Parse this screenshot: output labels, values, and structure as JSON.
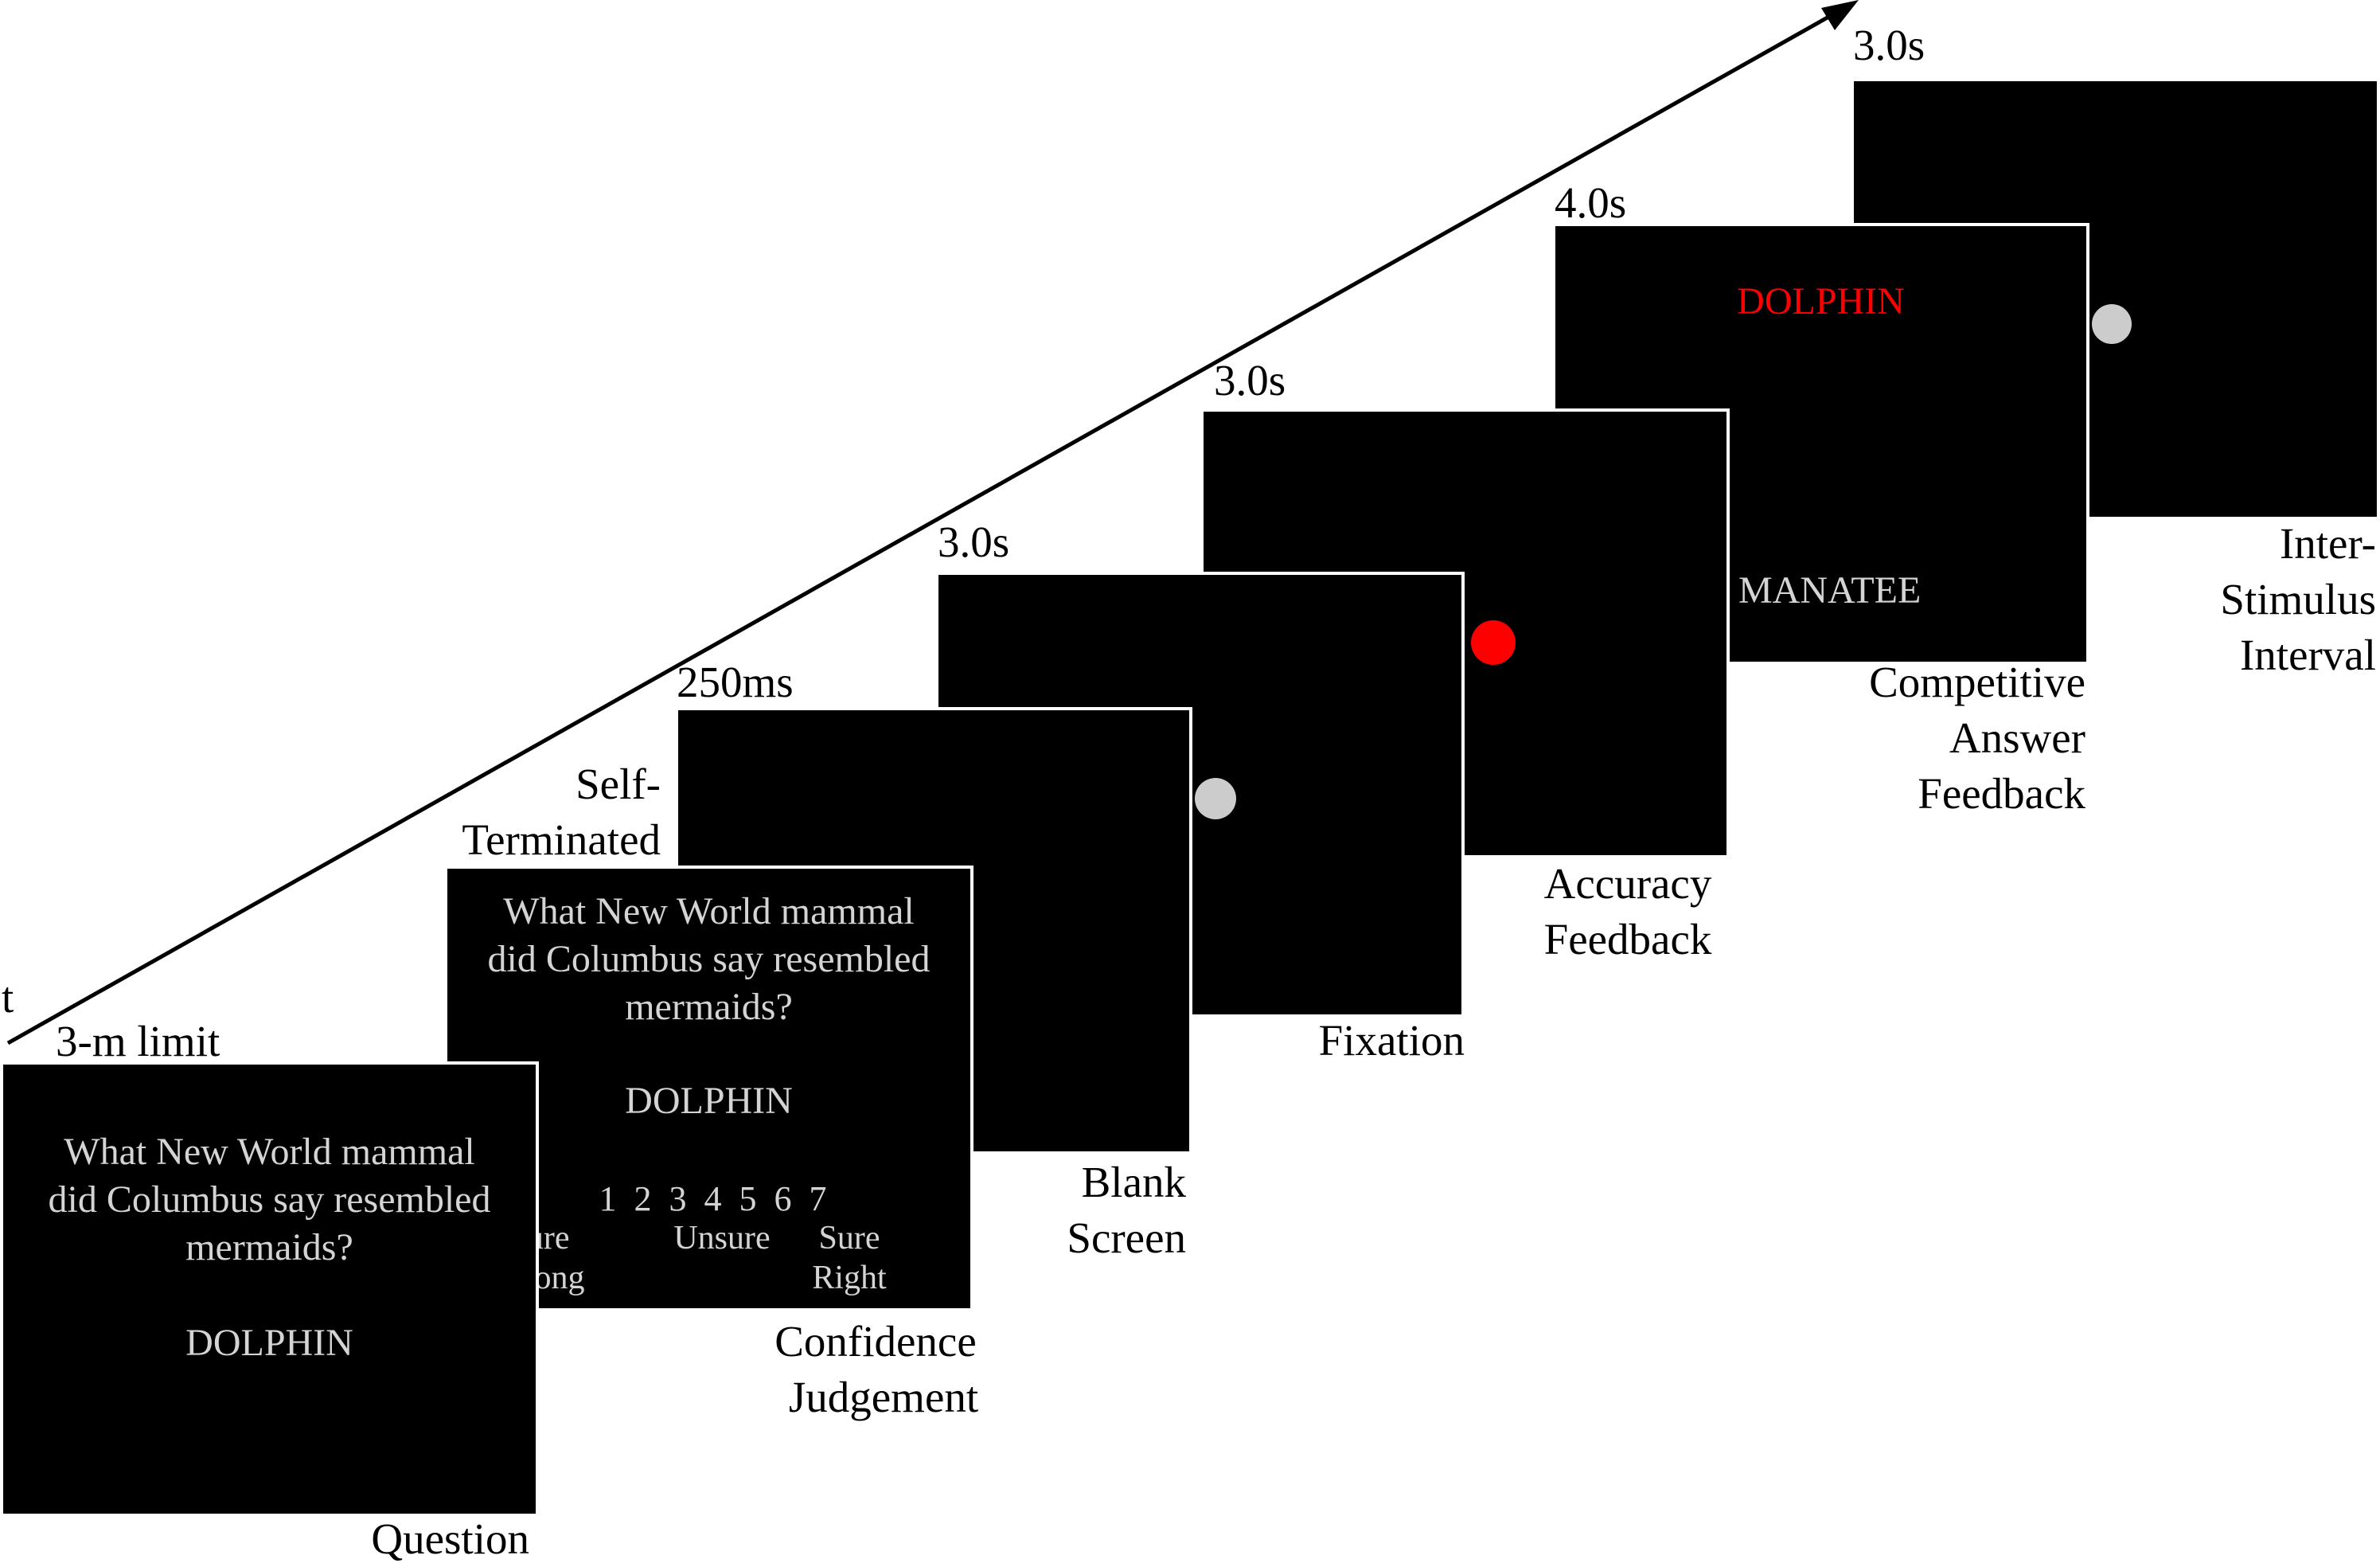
{
  "axis": {
    "label": "t"
  },
  "colors": {
    "panel": "#000000",
    "stim_text": "#d4d4d4",
    "accent_red": "#ff0000",
    "fixation_grey": "#cccccc"
  },
  "stages": [
    {
      "timing": "3-m limit",
      "label": [
        "Question"
      ],
      "question": [
        "What New World mammal",
        "did Columbus say resembled",
        "mermaids?"
      ],
      "answer": "DOLPHIN"
    },
    {
      "timing": "Self-\nTerminated",
      "label": [
        "Confidence",
        "Judgement"
      ],
      "question": [
        "What New World mammal",
        "did Columbus say resembled",
        "mermaids?"
      ],
      "answer": "DOLPHIN",
      "scale": {
        "numbers": "1  2  3  4  5  6  7",
        "anchors": [
          {
            "top": "Sure",
            "bottom": "Wrong"
          },
          {
            "top": "Unsure",
            "bottom": ""
          },
          {
            "top": "Sure",
            "bottom": "Right"
          }
        ]
      }
    },
    {
      "timing": "250ms",
      "label": [
        "Blank",
        "Screen"
      ]
    },
    {
      "timing": "3.0s",
      "label": [
        "Fixation"
      ]
    },
    {
      "timing": "3.0s",
      "label": [
        "Accuracy",
        "Feedback"
      ]
    },
    {
      "timing": "4.0s",
      "label": [
        "Competitive",
        "Answer",
        "Feedback"
      ],
      "correct_answer": "DOLPHIN",
      "competitor_answer": "MANATEE"
    },
    {
      "timing": "3.0s",
      "label": [
        "Inter-",
        "Stimulus",
        "Interval"
      ]
    }
  ]
}
